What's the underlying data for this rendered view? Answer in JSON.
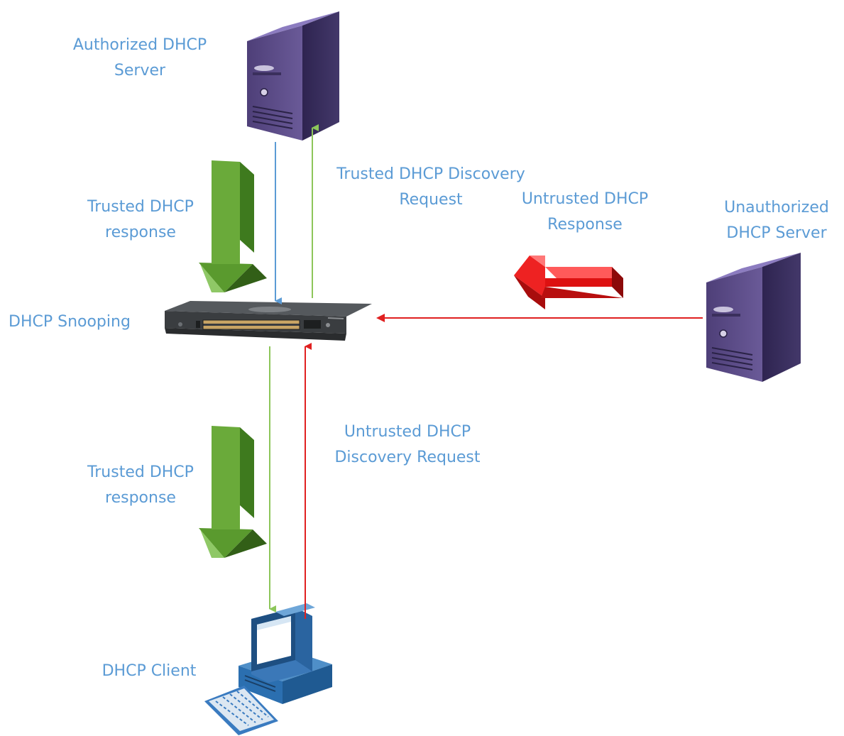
{
  "labels": {
    "authorized_server": {
      "line1": "Authorized DHCP",
      "line2": "Server"
    },
    "unauthorized_server": {
      "line1": "Unauthorized",
      "line2": "DHCP Server"
    },
    "dhcp_snooping": "DHCP Snooping",
    "dhcp_client": "DHCP Client",
    "trusted_response_top": {
      "line1": "Trusted DHCP",
      "line2": "response"
    },
    "trusted_response_bottom": {
      "line1": "Trusted DHCP",
      "line2": "response"
    },
    "trusted_discovery": {
      "line1": "Trusted DHCP Discovery",
      "line2": "Request"
    },
    "untrusted_response": {
      "line1": "Untrusted DHCP",
      "line2": "Response"
    },
    "untrusted_discovery": {
      "line1": "Untrusted DHCP",
      "line2": "Discovery Request"
    }
  },
  "colors": {
    "label_text": "#5b9bd5",
    "trusted_line": "#8dc65a",
    "response_line": "#5b9bd5",
    "untrusted_line": "#e02020",
    "green_arrow": "#6aaa3a",
    "red_arrow": "#dd1111",
    "server_body": "#5b4a86",
    "switch_body": "#3a3d40"
  }
}
